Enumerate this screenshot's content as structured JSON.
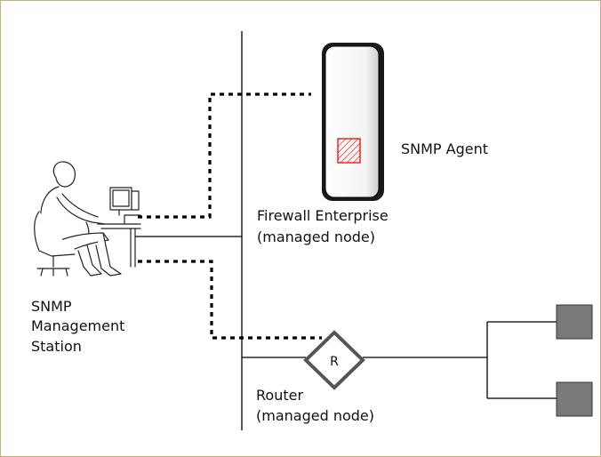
{
  "labels": {
    "snmp_agent": "SNMP Agent",
    "firewall_line1": "Firewall Enterprise",
    "firewall_line2": "(managed node)",
    "station_line1": "SNMP",
    "station_line2": "Management",
    "station_line3": "Station",
    "router_line1": "Router",
    "router_line2": "(managed node)",
    "router_symbol": "R"
  },
  "icons": {
    "station": "person-at-computer-icon",
    "firewall": "firewall-tower-icon",
    "agent": "snmp-agent-module-icon",
    "router": "router-diamond-icon",
    "hosts": "network-host-icon"
  },
  "colors": {
    "line": "#000000",
    "agent_hatch": "#ff0000",
    "host_fill": "#7a7a7a",
    "router_stroke": "#555555",
    "frame": "#c9b07a"
  }
}
